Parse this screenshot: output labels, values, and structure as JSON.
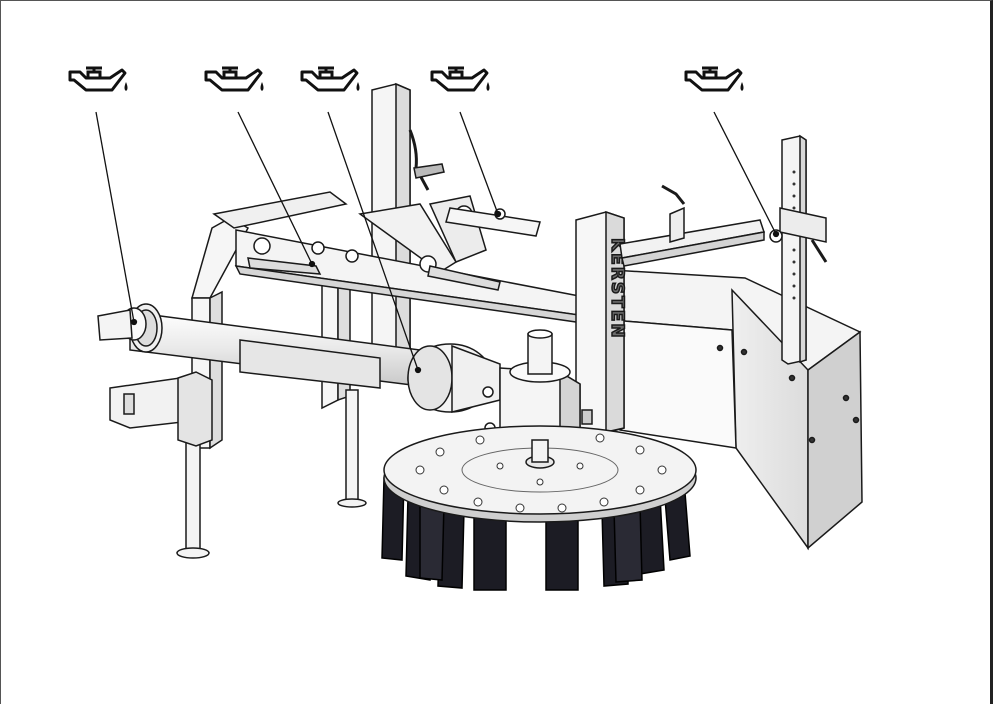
{
  "diagram": {
    "brand_label": "KERSTEN",
    "lubrication_points": [
      {
        "id": "pto-shaft-coupling",
        "icon": "oil-can-icon"
      },
      {
        "id": "top-link-front-pivot",
        "icon": "oil-can-icon"
      },
      {
        "id": "gearbox-input-shaft",
        "icon": "oil-can-icon"
      },
      {
        "id": "top-link-rear-pivot",
        "icon": "oil-can-icon"
      },
      {
        "id": "side-arm-pivot",
        "icon": "oil-can-icon"
      }
    ],
    "colors": {
      "line": "#1a1a1a",
      "metal": "#f2f2f2",
      "shade": "#d6d6d6",
      "bristle": "#1c1c24",
      "frame_right": "#222222"
    }
  }
}
